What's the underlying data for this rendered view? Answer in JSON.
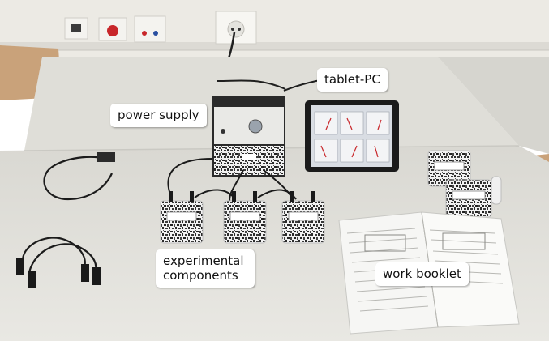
{
  "labels": {
    "power_supply": "power supply",
    "tablet_pc": "tablet-PC",
    "experimental_components": "experimental components",
    "work_booklet": "work booklet"
  },
  "colors": {
    "wall": "#e9e7e1",
    "desk": "#e3e2dc",
    "callout_bg": "#ffffff",
    "callout_text": "#111111",
    "socket_red": "#c8262a",
    "chair_wood": "#c9a27a"
  }
}
